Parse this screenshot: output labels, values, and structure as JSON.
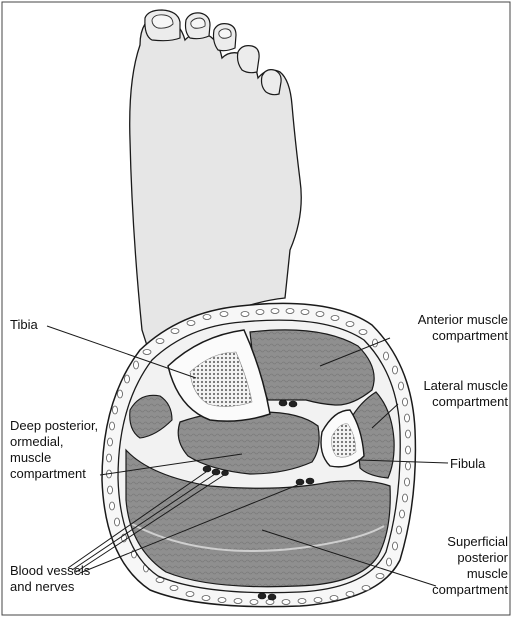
{
  "labels": {
    "tibia": "Tibia",
    "anterior_1": "Anterior muscle",
    "anterior_2": "compartment",
    "lateral_1": "Lateral muscle",
    "lateral_2": "compartment",
    "deep_1": "Deep posterior,",
    "deep_2": "ormedial,",
    "deep_3": "muscle",
    "deep_4": "compartment",
    "fibula": "Fibula",
    "superficial_1": "Superficial",
    "superficial_2": "posterior",
    "superficial_3": "muscle",
    "superficial_4": "compartment",
    "vessels_1": "Blood vessels",
    "vessels_2": "and nerves"
  },
  "colors": {
    "skin": "#e6e6e6",
    "outline": "#1a1a1a",
    "muscle": "#8f8f8f",
    "fascia": "#f2f2f2",
    "marrow": "#7a7a7a"
  }
}
